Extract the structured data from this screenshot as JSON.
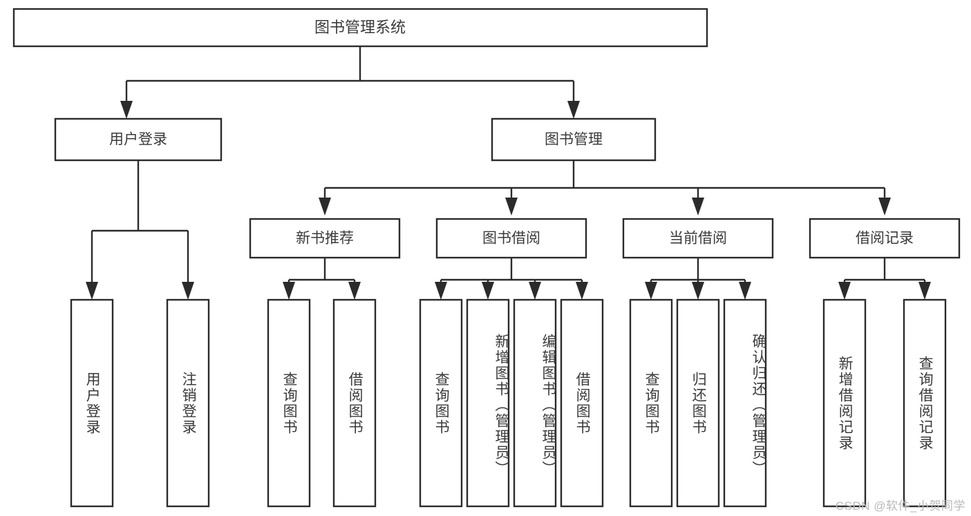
{
  "diagram": {
    "title_node": {
      "label": "图书管理系统"
    },
    "level2": [
      {
        "label": "用户登录"
      },
      {
        "label": "图书管理"
      }
    ],
    "level3": [
      {
        "label": "新书推荐"
      },
      {
        "label": "图书借阅"
      },
      {
        "label": "当前借阅"
      },
      {
        "label": "借阅记录"
      }
    ],
    "leaves": {
      "user_login": [
        {
          "label": "用户登录"
        },
        {
          "label": "注销登录"
        }
      ],
      "new_book_recommend": [
        {
          "label": "查询图书"
        },
        {
          "label": "借阅图书"
        }
      ],
      "book_borrow": [
        {
          "label": "查询图书"
        },
        {
          "label": "新增图书（管理员）"
        },
        {
          "label": "编辑图书（管理员）"
        },
        {
          "label": "借阅图书"
        }
      ],
      "current_borrow": [
        {
          "label": "查询图书"
        },
        {
          "label": "归还图书"
        },
        {
          "label": "确认归还（管理员）"
        }
      ],
      "borrow_record": [
        {
          "label": "新增借阅记录"
        },
        {
          "label": "查询借阅记录"
        }
      ]
    }
  },
  "watermark": {
    "text": "CSDN @软件_小贺同学"
  },
  "colors": {
    "box_stroke": "#2b2b2b",
    "box_fill": "#ffffff",
    "text": "#3a3a3a",
    "watermark": "#b9b9b9",
    "background": "#ffffff"
  }
}
